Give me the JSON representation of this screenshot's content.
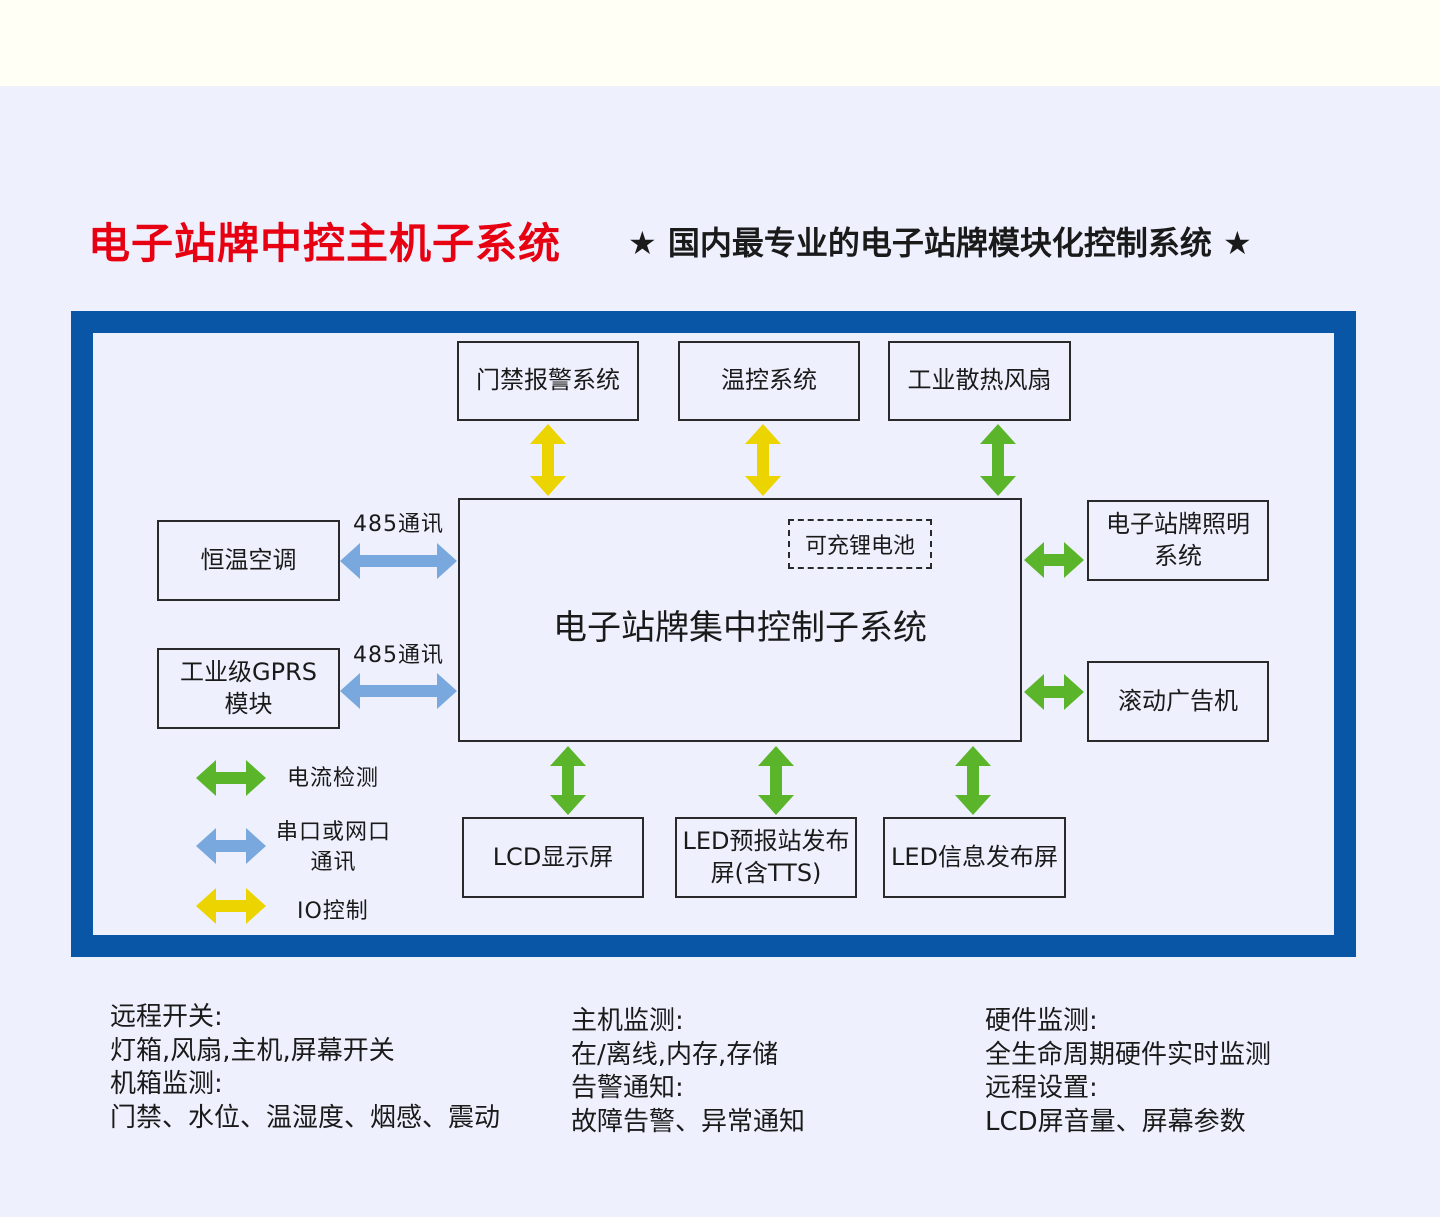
{
  "header": {
    "title": "电子站牌中控主机子系统",
    "subtitle": "★ 国内最专业的电子站牌模块化控制系统 ★"
  },
  "diagram": {
    "central": {
      "title": "电子站牌集中控制子系统",
      "battery": "可充锂电池"
    },
    "top_modules": [
      "门禁报警系统",
      "温控系统",
      "工业散热风扇"
    ],
    "left_modules": [
      {
        "lines": [
          "恒温空调"
        ],
        "link": "485通讯"
      },
      {
        "lines": [
          "工业级GPRS",
          "模块"
        ],
        "link": "485通讯"
      }
    ],
    "right_modules": [
      {
        "lines": [
          "电子站牌照明",
          "系统"
        ]
      },
      {
        "lines": [
          "滚动广告机"
        ]
      }
    ],
    "bottom_modules": [
      {
        "lines": [
          "LCD显示屏"
        ]
      },
      {
        "lines": [
          "LED预报站发布",
          "屏(含TTS)"
        ]
      },
      {
        "lines": [
          "LED信息发布屏"
        ]
      }
    ],
    "legend": [
      {
        "label": "电流检测",
        "color": "#5ab52a"
      },
      {
        "label": "串口或网口\n通讯",
        "color": "#78a8de"
      },
      {
        "label": "IO控制",
        "color": "#ecd400"
      }
    ]
  },
  "notes": [
    [
      "远程开关:",
      "灯箱,风扇,主机,屏幕开关",
      "机箱监测:",
      "门禁、水位、温湿度、烟感、震动"
    ],
    [
      "主机监测:",
      "在/离线,内存,存储",
      "告警通知:",
      "故障告警、异常通知"
    ],
    [
      "硬件监测:",
      "全生命周期硬件实时监测",
      "远程设置:",
      "LCD屏音量、屏幕参数"
    ]
  ],
  "colors": {
    "frame": "#0a56a6",
    "title": "#e60012",
    "green_arrow": "#5ab52a",
    "blue_arrow": "#78a8de",
    "yellow_arrow": "#ecd400"
  }
}
